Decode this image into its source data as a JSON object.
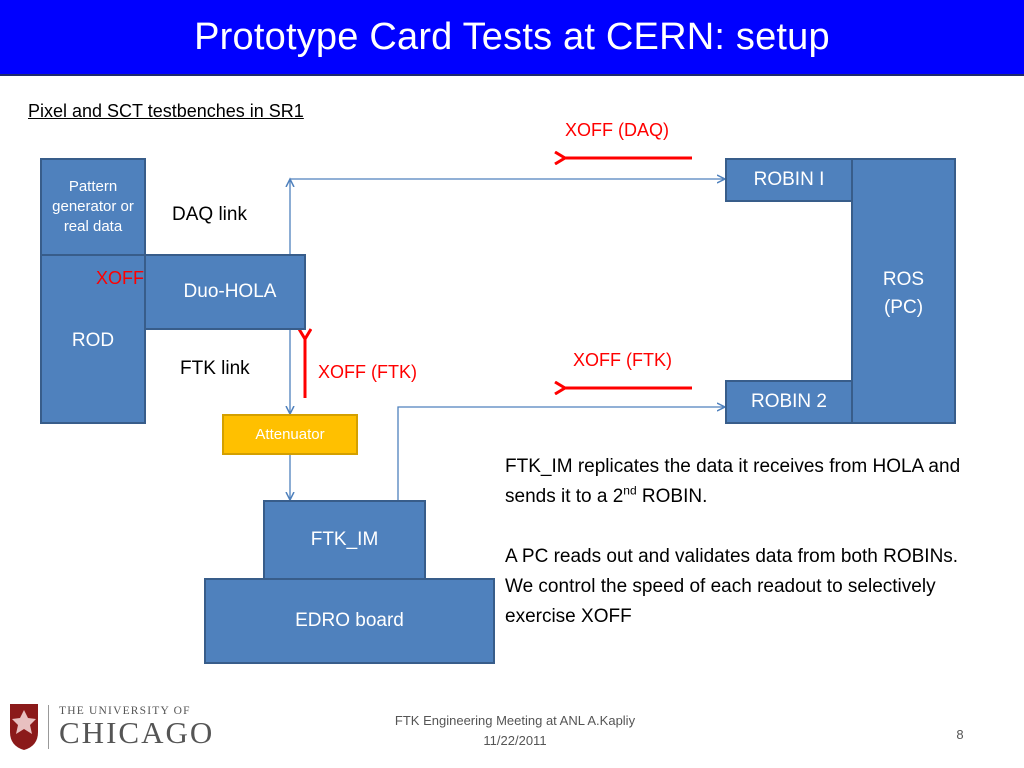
{
  "slide": {
    "title": "Prototype Card Tests at CERN: setup",
    "subtitle": "Pixel and SCT testbenches in SR1",
    "page_number": "8"
  },
  "diagram": {
    "boxes": {
      "pattern_generator": "Pattern generator or real data",
      "rod": "ROD",
      "duo_hola": "Duo-HOLA",
      "attenuator": "Attenuator",
      "ftk_im": "FTK_IM",
      "edro_board": "EDRO board",
      "robin_1": "ROBIN I",
      "robin_2": "ROBIN 2",
      "ros_line1": "ROS",
      "ros_line2": "(PC)"
    },
    "labels": {
      "daq_link": "DAQ link",
      "ftk_link": "FTK link",
      "xoff_daq": "XOFF (DAQ)",
      "xoff": "XOFF",
      "xoff_ftk_left": "XOFF (FTK)",
      "xoff_ftk_right": "XOFF (FTK)"
    },
    "colors": {
      "box_fill": "#4f81bd",
      "box_border": "#385d8a",
      "attenuator_fill": "#ffc000",
      "arrow_red": "#ff0000",
      "title_bar": "#0000ff"
    }
  },
  "notes": {
    "para1_before_sup": "FTK_IM replicates the data it receives from HOLA and sends it to a 2",
    "para1_sup": "nd",
    "para1_after_sup": " ROBIN.",
    "para2": "A PC reads out and validates data from both ROBINs. We control the speed of each readout to selectively exercise XOFF"
  },
  "footer": {
    "line1": "FTK Engineering Meeting at ANL  A.Kapliy",
    "line2": "11/22/2011",
    "logo_top": "THE UNIVERSITY OF",
    "logo_main": "CHICAGO"
  }
}
